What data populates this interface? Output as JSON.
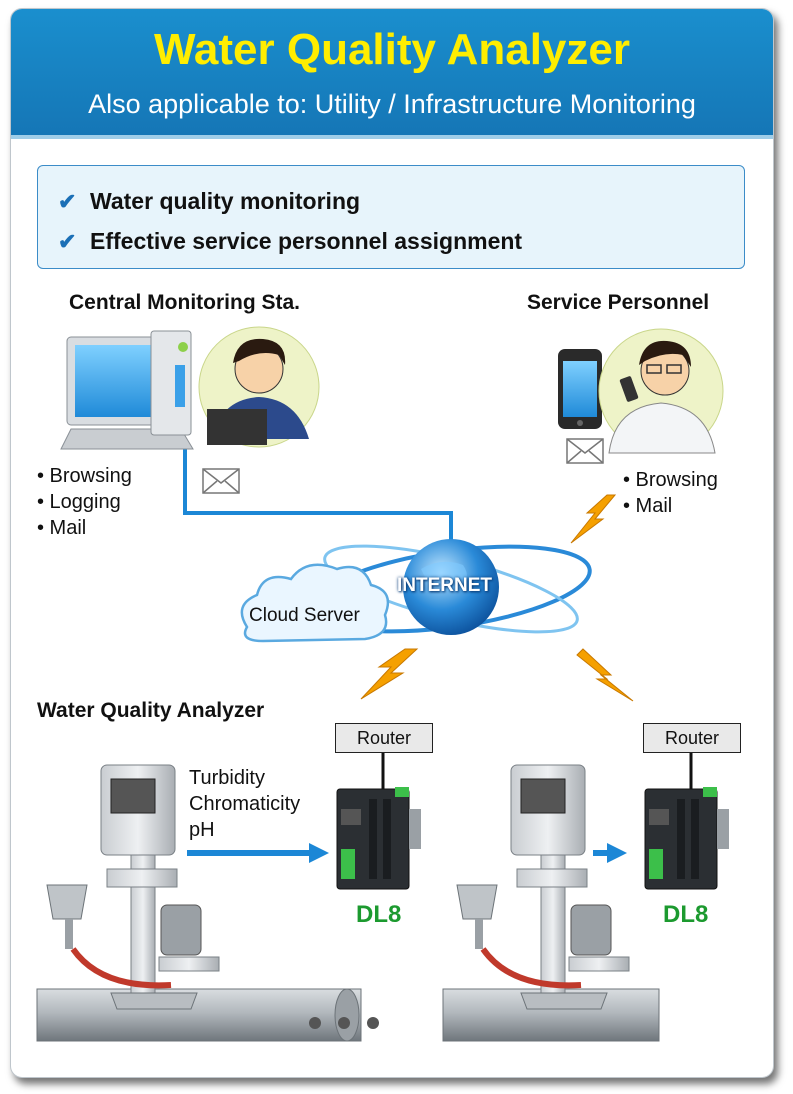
{
  "header": {
    "title": "Water Quality Analyzer",
    "subtitle": "Also applicable to: Utility / Infrastructure Monitoring"
  },
  "features": [
    "Water quality monitoring",
    "Effective service personnel assignment"
  ],
  "central": {
    "title": "Central Monitoring Sta.",
    "items": [
      "• Browsing",
      "• Logging",
      "• Mail"
    ]
  },
  "service": {
    "title": "Service Personnel",
    "items": [
      "• Browsing",
      "• Mail"
    ]
  },
  "network": {
    "internet": "INTERNET",
    "cloud": "Cloud Server"
  },
  "analyzer": {
    "title": "Water Quality Analyzer",
    "measurements": [
      "Turbidity",
      "Chromaticity",
      "pH"
    ],
    "router_label": "Router",
    "device_label": "DL8"
  },
  "colors": {
    "header_blue": "#1576b6",
    "title_yellow": "#ffed00",
    "link_blue": "#1c87d6",
    "lightning": "#f5a000",
    "dl8_green": "#1c9a2f"
  },
  "icons": [
    "check-icon",
    "computer-icon",
    "operator-avatar",
    "smartphone-icon",
    "technician-avatar",
    "mail-icon",
    "globe-icon",
    "cloud-icon",
    "lightning-icon",
    "router-icon",
    "dl8-device",
    "analyzer-machine",
    "ellipsis-icon"
  ]
}
